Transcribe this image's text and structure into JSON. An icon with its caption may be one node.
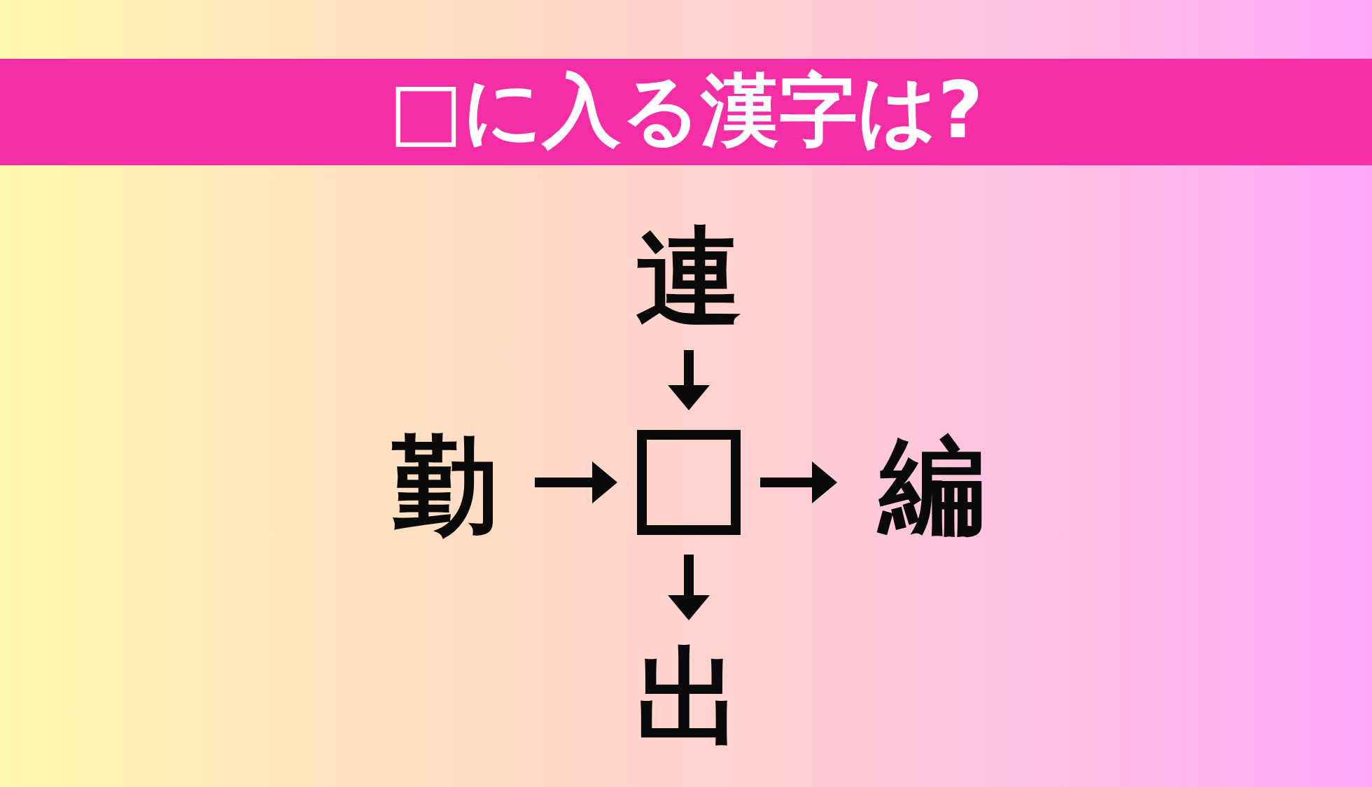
{
  "diagram": {
    "title": "□に入る漢字は?",
    "nodes": [
      {
        "text": [
          "連"
        ]
      },
      {
        "text": [
          "勤"
        ]
      },
      {
        "text": [],
        "shape": "box"
      },
      {
        "text": [
          "編"
        ]
      },
      {
        "text": [
          "出"
        ]
      }
    ],
    "edges": [
      {
        "from": 0,
        "to": 2,
        "arrow": "to"
      },
      {
        "from": 1,
        "to": 2,
        "arrow": "to"
      },
      {
        "from": 2,
        "to": 3,
        "arrow": "to"
      },
      {
        "from": 2,
        "to": 4,
        "arrow": "to"
      }
    ]
  }
}
